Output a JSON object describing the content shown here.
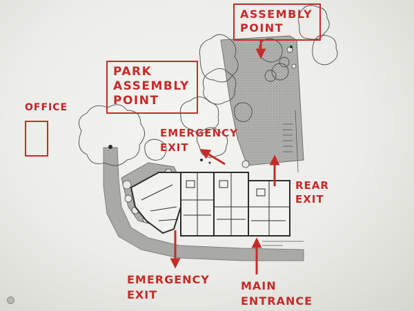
{
  "labels": {
    "office": "OFFICE",
    "park_assembly": [
      "PARK",
      "ASSEMBLY",
      "POINT"
    ],
    "assembly_point": [
      "ASSEMBLY",
      "POINT"
    ],
    "emergency_exit_upper": [
      "EMERGENCY",
      "EXIT"
    ],
    "rear_exit": [
      "REAR",
      "EXIT"
    ],
    "emergency_exit_lower": [
      "EMERGENCY",
      "EXIT"
    ],
    "main_entrance": [
      "MAIN",
      "ENTRANCE"
    ]
  },
  "colors": {
    "marker_red": "#c62a2a",
    "paper": "#efefeb",
    "road_grey": "#a9aaa7",
    "hatch_green": "#9a9c97",
    "building_line": "#2b2b2b"
  }
}
